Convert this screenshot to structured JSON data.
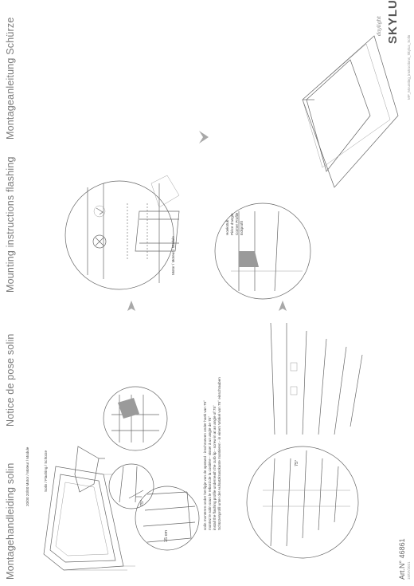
{
  "titles": [
    "Montagehandleiding solin",
    "Notice de pose solin",
    "Mounting instructions flashing",
    "Montageanleitung Schürze"
  ],
  "labels": {
    "module_code": "20/00\n20/00 Motor / Moteur / Module",
    "solin": "Solin / Flashing / Schürze",
    "motor_circle": "Motor / Moteur / Module",
    "corner": "Hoekstuk\nPièce d'angle\nCorner Profile\nEckprofil",
    "measure": "15 cm",
    "angle1": "75°",
    "angle2": "75°"
  },
  "instructions": [
    "solin monteren onder het lipje van de opstand - inschroeven onder hoek van 75°",
    "montez le solin sous le rebord de la costière - visser à un angle de 75°",
    "install the flashing profile underneath the curb lip - screw in at an angle of 75°",
    "Schürzenprofil unter der Aufsatzkranzkante montieren - in einem Winkel von 75° einschrauben"
  ],
  "article": "Art.N° 46861",
  "date": "15/07/2021",
  "footer": "MP_Mounting_instructions_Skylux_Solin",
  "brand": "SKYLUX",
  "tagline": "daylight"
}
